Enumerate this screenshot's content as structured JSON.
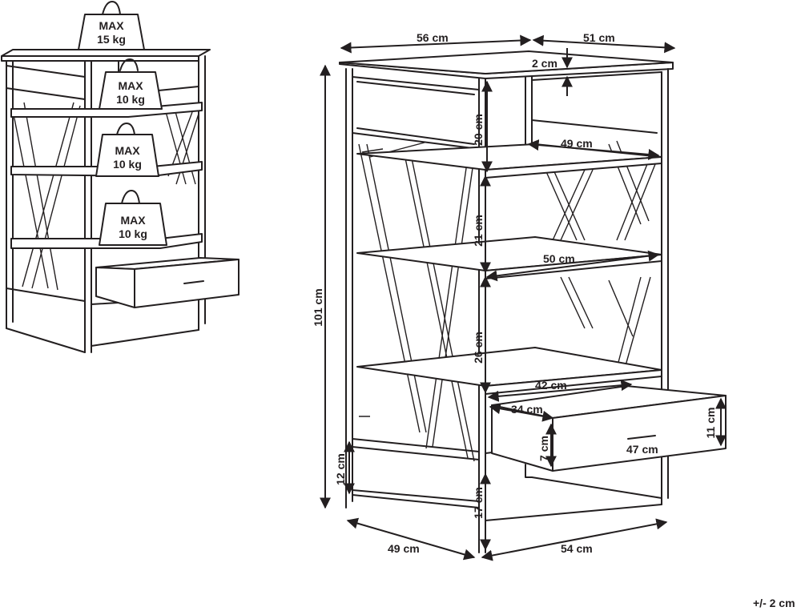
{
  "weights": {
    "top": {
      "max": "MAX",
      "kg": "15 kg"
    },
    "shelf1": {
      "max": "MAX",
      "kg": "10 kg"
    },
    "shelf2": {
      "max": "MAX",
      "kg": "10 kg"
    },
    "shelf3": {
      "max": "MAX",
      "kg": "10 kg"
    }
  },
  "dimensions": {
    "width_front": "56 cm",
    "depth_side": "51 cm",
    "top_thickness": "2 cm",
    "total_height": "101 cm",
    "compartment1_height": "20 cm",
    "compartment2_height": "21 cm",
    "compartment3_height": "26 cm",
    "leg_height": "17 cm",
    "frame_low_height": "12 cm",
    "shelf1_depth": "49 cm",
    "shelf2_depth": "50 cm",
    "shelf3_depth": "42 cm",
    "drawer_inner": "34 cm",
    "drawer_inner_height": "7 cm",
    "drawer_width": "47 cm",
    "drawer_height": "11 cm",
    "base_width": "49 cm",
    "base_depth": "54 cm"
  },
  "tolerance": "+/- 2 cm",
  "colors": {
    "line": "#231f20",
    "background": "#ffffff"
  }
}
